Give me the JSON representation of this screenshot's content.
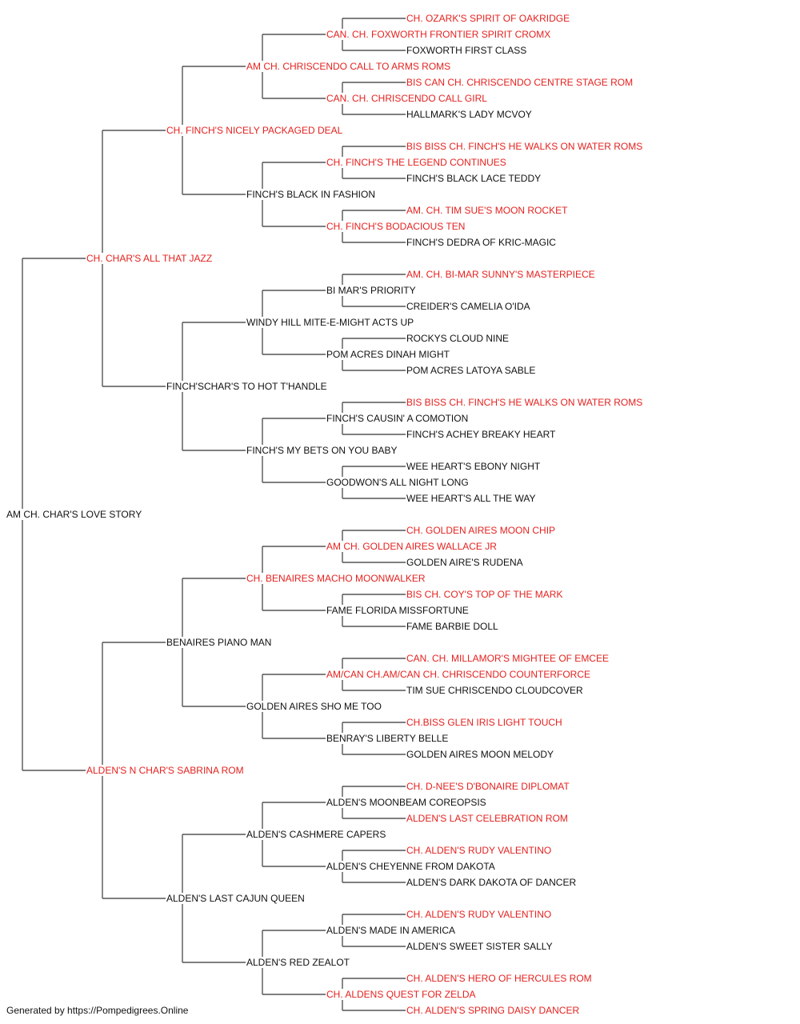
{
  "colors": {
    "champion": "#e4221f",
    "regular": "#111111",
    "line": "#555555"
  },
  "pedigree": {
    "subject": "AM CH. CHAR'S LOVE STORY",
    "sire": {
      "name": "CH. CHAR'S ALL THAT JAZZ",
      "champion": true,
      "sire": {
        "name": "CH. FINCH'S NICELY PACKAGED DEAL",
        "champion": true,
        "sire": {
          "name": "AM CH. CHRISCENDO CALL TO ARMS ROMS",
          "champion": true,
          "sire": {
            "name": "CAN. CH. FOXWORTH FRONTIER SPIRIT CROMX",
            "champion": true,
            "sire": {
              "name": "CH. OZARK'S SPIRIT OF OAKRIDGE",
              "champion": true
            },
            "dam": {
              "name": "FOXWORTH FIRST CLASS",
              "champion": false
            }
          },
          "dam": {
            "name": "CAN. CH. CHRISCENDO CALL GIRL",
            "champion": true,
            "sire": {
              "name": "BIS CAN CH. CHRISCENDO CENTRE STAGE ROM",
              "champion": true
            },
            "dam": {
              "name": "HALLMARK'S LADY MCVOY",
              "champion": false
            }
          }
        },
        "dam": {
          "name": "FINCH'S BLACK IN FASHION",
          "champion": false,
          "sire": {
            "name": "CH. FINCH'S THE LEGEND CONTINUES",
            "champion": true,
            "sire": {
              "name": "BIS BISS CH. FINCH'S HE WALKS ON WATER ROMS",
              "champion": true
            },
            "dam": {
              "name": "FINCH'S BLACK LACE TEDDY",
              "champion": false
            }
          },
          "dam": {
            "name": "CH. FINCH'S BODACIOUS TEN",
            "champion": true,
            "sire": {
              "name": "AM. CH. TIM SUE'S MOON ROCKET",
              "champion": true
            },
            "dam": {
              "name": "FINCH'S DEDRA OF KRIC-MAGIC",
              "champion": false
            }
          }
        }
      },
      "dam": {
        "name": "FINCH'SCHAR'S TO HOT T'HANDLE",
        "champion": false,
        "sire": {
          "name": "WINDY HILL MITE-E-MIGHT ACTS UP",
          "champion": false,
          "sire": {
            "name": "BI MAR'S PRIORITY",
            "champion": false,
            "sire": {
              "name": "AM. CH. BI-MAR SUNNY'S MASTERPIECE",
              "champion": true
            },
            "dam": {
              "name": "CREIDER'S CAMELIA O'IDA",
              "champion": false
            }
          },
          "dam": {
            "name": "POM ACRES DINAH MIGHT",
            "champion": false,
            "sire": {
              "name": "ROCKYS CLOUD NINE",
              "champion": false
            },
            "dam": {
              "name": "POM ACRES LATOYA SABLE",
              "champion": false
            }
          }
        },
        "dam": {
          "name": "FINCH'S MY BETS ON YOU BABY",
          "champion": false,
          "sire": {
            "name": "FINCH'S CAUSIN' A COMOTION",
            "champion": false,
            "sire": {
              "name": "BIS BISS CH. FINCH'S HE WALKS ON WATER ROMS",
              "champion": true
            },
            "dam": {
              "name": "FINCH'S ACHEY BREAKY HEART",
              "champion": false
            }
          },
          "dam": {
            "name": "GOODWON'S ALL NIGHT LONG",
            "champion": false,
            "sire": {
              "name": "WEE HEART'S EBONY NIGHT",
              "champion": false
            },
            "dam": {
              "name": "WEE HEART'S ALL THE WAY",
              "champion": false
            }
          }
        }
      }
    },
    "dam": {
      "name": "ALDEN'S N CHAR'S SABRINA ROM",
      "champion": true,
      "sire": {
        "name": "BENAIRES PIANO MAN",
        "champion": false,
        "sire": {
          "name": "CH. BENAIRES MACHO MOONWALKER",
          "champion": true,
          "sire": {
            "name": "AM CH. GOLDEN AIRES WALLACE JR",
            "champion": true,
            "sire": {
              "name": "CH. GOLDEN AIRES MOON CHIP",
              "champion": true
            },
            "dam": {
              "name": "GOLDEN AIRE'S RUDENA",
              "champion": false
            }
          },
          "dam": {
            "name": "FAME FLORIDA MISSFORTUNE",
            "champion": false,
            "sire": {
              "name": "BIS CH. COY'S TOP OF THE MARK",
              "champion": true
            },
            "dam": {
              "name": "FAME BARBIE DOLL",
              "champion": false
            }
          }
        },
        "dam": {
          "name": "GOLDEN AIRES SHO ME TOO",
          "champion": false,
          "sire": {
            "name": "AM/CAN CH.AM/CAN CH. CHRISCENDO COUNTERFORCE",
            "champion": true,
            "sire": {
              "name": "CAN. CH. MILLAMOR'S MIGHTEE OF EMCEE",
              "champion": true
            },
            "dam": {
              "name": "TIM SUE CHRISCENDO CLOUDCOVER",
              "champion": false
            }
          },
          "dam": {
            "name": "BENRAY'S LIBERTY BELLE",
            "champion": false,
            "sire": {
              "name": "CH.BISS GLEN IRIS LIGHT TOUCH",
              "champion": true
            },
            "dam": {
              "name": "GOLDEN AIRES MOON MELODY",
              "champion": false
            }
          }
        }
      },
      "dam": {
        "name": "ALDEN'S LAST CAJUN QUEEN",
        "champion": false,
        "sire": {
          "name": "ALDEN'S CASHMERE CAPERS",
          "champion": false,
          "sire": {
            "name": "ALDEN'S MOONBEAM COREOPSIS",
            "champion": false,
            "sire": {
              "name": "CH. D-NEE'S D'BONAIRE DIPLOMAT",
              "champion": true
            },
            "dam": {
              "name": "ALDEN'S LAST CELEBRATION ROM",
              "champion": true
            }
          },
          "dam": {
            "name": "ALDEN'S CHEYENNE FROM DAKOTA",
            "champion": false,
            "sire": {
              "name": "CH. ALDEN'S RUDY VALENTINO",
              "champion": true
            },
            "dam": {
              "name": "ALDEN'S DARK DAKOTA OF DANCER",
              "champion": false
            }
          }
        },
        "dam": {
          "name": "ALDEN'S RED ZEALOT",
          "champion": false,
          "sire": {
            "name": "ALDEN'S MADE IN AMERICA",
            "champion": false,
            "sire": {
              "name": "CH. ALDEN'S RUDY VALENTINO",
              "champion": true
            },
            "dam": {
              "name": "ALDEN'S SWEET SISTER SALLY",
              "champion": false
            }
          },
          "dam": {
            "name": "CH. ALDENS QUEST FOR ZELDA",
            "champion": true,
            "sire": {
              "name": "CH. ALDEN'S HERO OF HERCULES ROM",
              "champion": true
            },
            "dam": {
              "name": "CH. ALDEN'S SPRING DAISY DANCER",
              "champion": true
            }
          }
        }
      }
    }
  },
  "footer": "Generated by https://Pompedigrees.Online"
}
